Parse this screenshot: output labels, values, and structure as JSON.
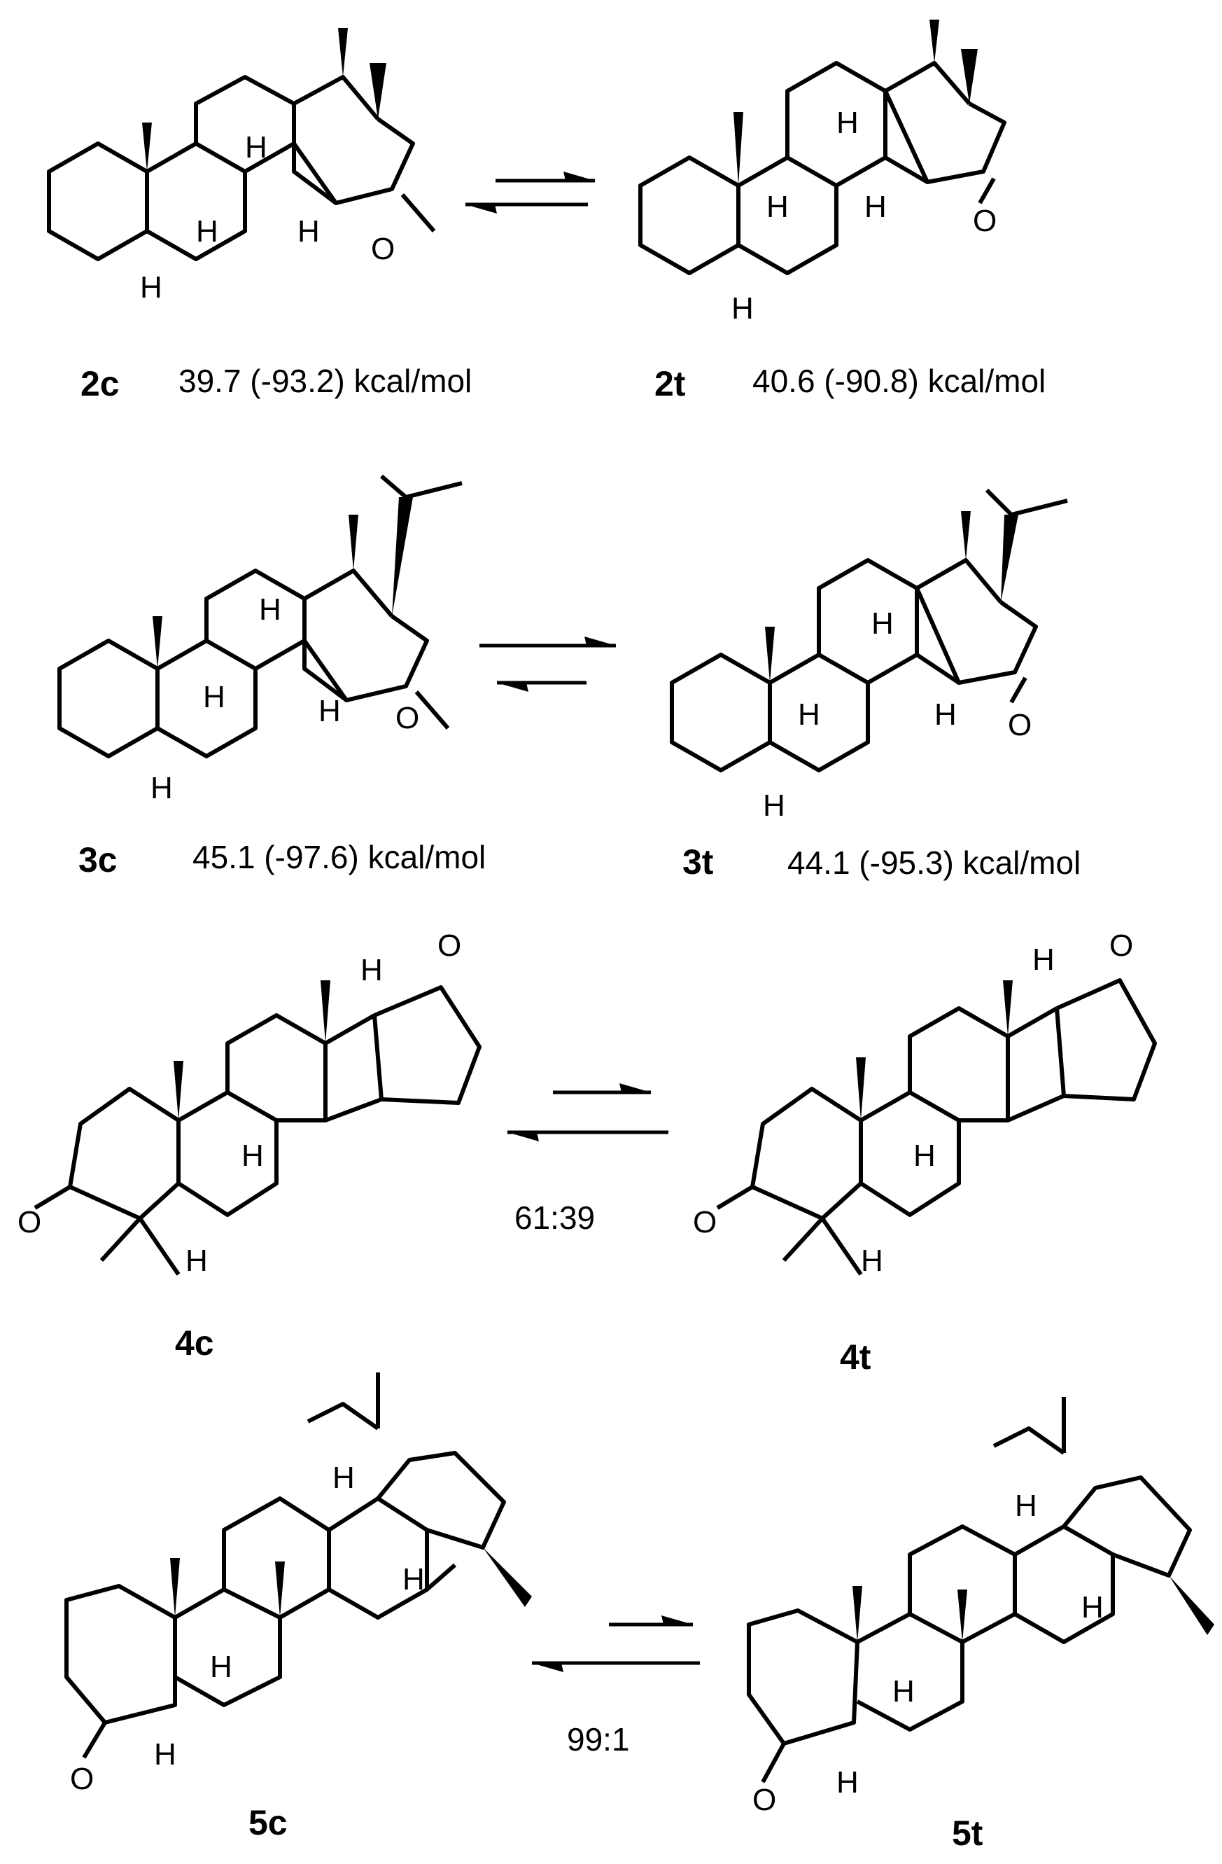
{
  "rows": [
    {
      "left": {
        "label": "2c",
        "energy": "39.7 (-93.2) kcal/mol"
      },
      "right": {
        "label": "2t",
        "energy": "40.6 (-90.8) kcal/mol"
      },
      "ratio": ""
    },
    {
      "left": {
        "label": "3c",
        "energy": "45.1 (-97.6) kcal/mol"
      },
      "right": {
        "label": "3t",
        "energy": "44.1 (-95.3) kcal/mol"
      },
      "ratio": ""
    },
    {
      "left": {
        "label": "4c",
        "energy": ""
      },
      "right": {
        "label": "4t",
        "energy": ""
      },
      "ratio": "61:39"
    },
    {
      "left": {
        "label": "5c",
        "energy": ""
      },
      "right": {
        "label": "5t",
        "energy": ""
      },
      "ratio": "99:1"
    }
  ],
  "atoms": {
    "hydrogen": "H",
    "oxygen": "O"
  }
}
